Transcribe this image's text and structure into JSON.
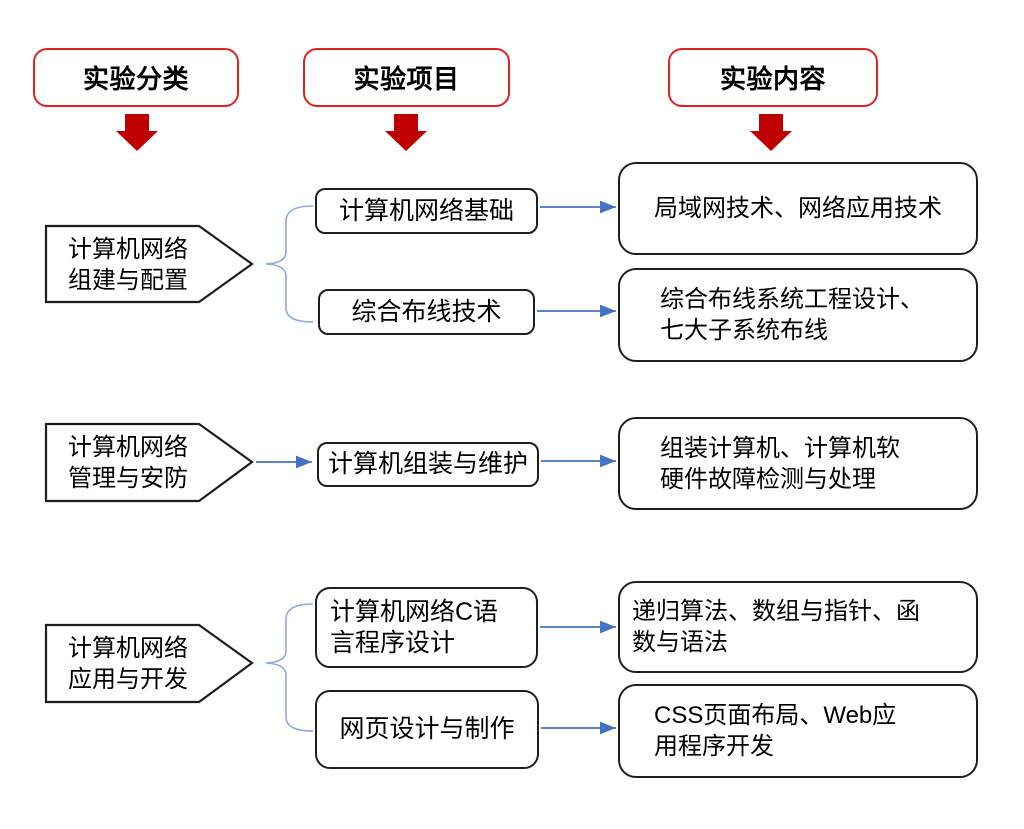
{
  "headers": [
    {
      "label": "实验分类"
    },
    {
      "label": "实验项目"
    },
    {
      "label": "实验内容"
    }
  ],
  "rows": [
    {
      "category": "计算机网络\n组建与配置",
      "projects": [
        {
          "label": "计算机网络基础",
          "content": "局域网技术、网络应用技术"
        },
        {
          "label": "综合布线技术",
          "content": "综合布线系统工程设计、\n七大子系统布线"
        }
      ]
    },
    {
      "category": "计算机网络\n管理与安防",
      "projects": [
        {
          "label": "计算机组装与维护",
          "content": "组装计算机、计算机软\n硬件故障检测与处理"
        }
      ]
    },
    {
      "category": "计算机网络\n应用与开发",
      "projects": [
        {
          "label": "计算机网络C语\n言程序设计",
          "content": "递归算法、数组与指针、函\n数与语法"
        },
        {
          "label": "网页设计与制作",
          "content": "CSS页面布局、Web应\n用程序开发"
        }
      ]
    }
  ],
  "colors": {
    "header_border": "#e0231f",
    "down_arrow_fill": "#c00000",
    "arrow_blue": "#4472c4",
    "brace_blue": "#8faadc",
    "shape_border": "#1f1f1f"
  }
}
